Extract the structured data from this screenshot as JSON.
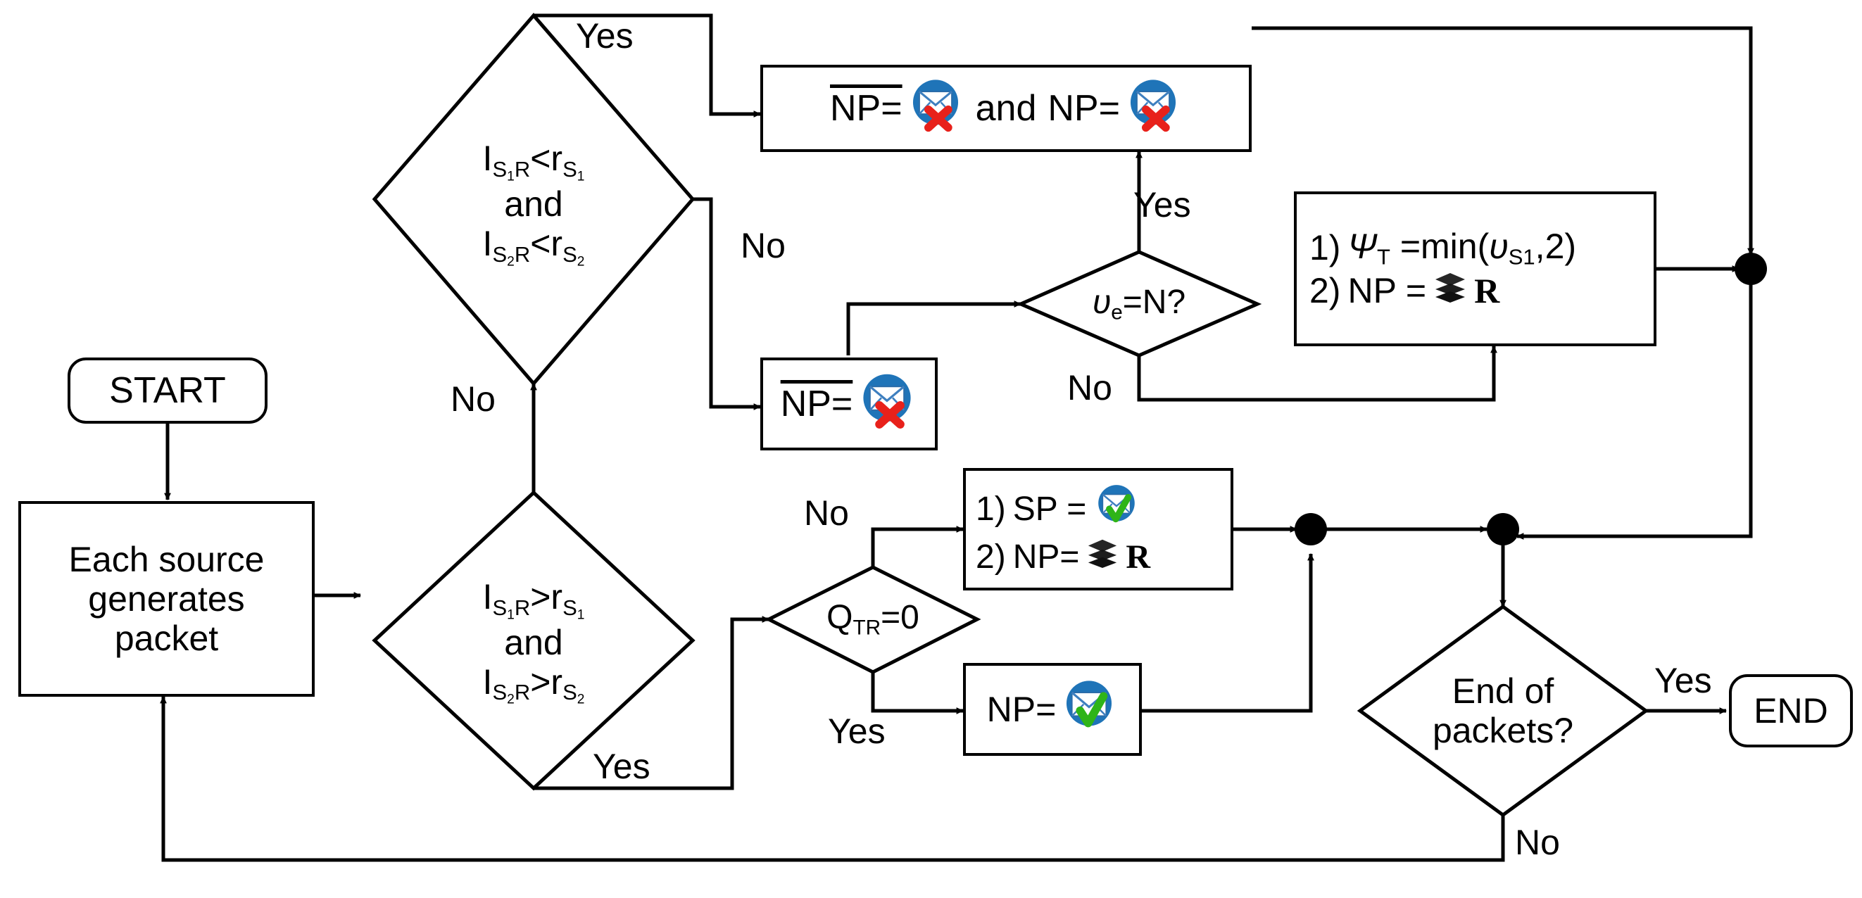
{
  "diagram": {
    "title": "Packet transmission flowchart",
    "colors": {
      "line": "#000000",
      "envelope_blue": "#1F74B8",
      "envelope_white": "#FFFFFF",
      "cross_red": "#E8211B",
      "check_green": "#2FB418",
      "stack_dark": "#262626"
    },
    "nodes": {
      "start": {
        "label": "START"
      },
      "generate": {
        "label": "Each source\ngenerates\npacket",
        "line1": "Each source",
        "line2": "generates",
        "line3": "packet"
      },
      "decision_less": {
        "line1_prefix": "I",
        "line1_sub": "S",
        "line1_sub_idx": "1",
        "line1_sub_tail": "R",
        "text_line1": "I S1R < r S1",
        "text_line2": "and",
        "text_line3": "I S2R < r S2"
      },
      "decision_greater": {
        "text_line1": "I S1R > r S1",
        "text_line2": "and",
        "text_line3": "I S2R > r S2"
      },
      "np_both_false": {
        "part1_label": "NP=",
        "part1_overline": true,
        "part1_icon": "envelope-red-x-icon",
        "conjunction": "and",
        "part2_label": "NP=",
        "part2_overline": false,
        "part2_icon": "envelope-red-x-icon"
      },
      "npbar_false": {
        "label": "NP=",
        "overline": true,
        "icon": "envelope-red-x-icon"
      },
      "decision_ve": {
        "text": "υe=N?",
        "var": "υ",
        "sub": "e",
        "tail": "=N?"
      },
      "psi_box": {
        "item1_index": "1)",
        "item1_text": "Ψ",
        "item1_sub": "T",
        "item1_tail": " =min(",
        "item1_var": "υ",
        "item1_var_sub": "S1",
        "item1_end": ",2)",
        "item2_index": "2)",
        "item2_text": "NP =",
        "item2_icon": "stack-layers-icon",
        "item2_tail": "R"
      },
      "decision_qtr": {
        "text": "QTR=0",
        "main": "Q",
        "sub": "TR",
        "tail": "=0"
      },
      "sp_box": {
        "item1_index": "1)",
        "item1_text": "SP =",
        "item1_icon": "envelope-green-check-icon",
        "item2_index": "2)",
        "item2_text": "NP=",
        "item2_icon": "stack-layers-icon",
        "item2_tail": "R"
      },
      "np_ok": {
        "label": "NP=",
        "icon": "envelope-green-check-icon"
      },
      "decision_end": {
        "line1": "End of",
        "line2": "packets?"
      },
      "end": {
        "label": "END"
      }
    },
    "edge_labels": {
      "yes_top": "Yes",
      "no_right_of_d1": "No",
      "no_below_d1": "No",
      "yes_ve": "Yes",
      "no_ve": "No",
      "no_qtr": "No",
      "yes_qtr": "Yes",
      "yes_d2": "Yes",
      "yes_end": "Yes",
      "no_end": "No"
    }
  }
}
